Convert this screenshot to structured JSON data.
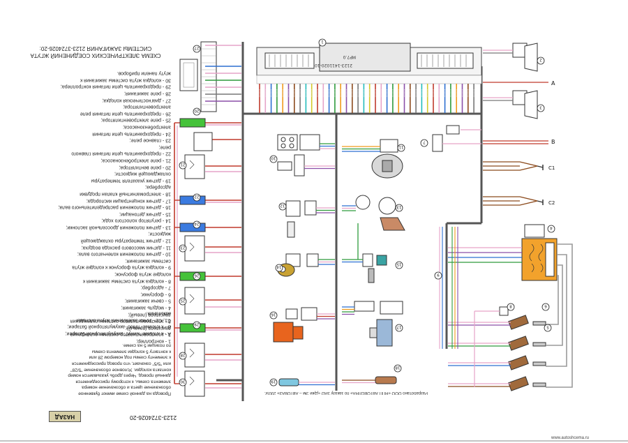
{
  "legend": {
    "title": [
      "СХЕМА ЭЛЕКТРИЧЕСКИХ СОЕДИНЕНИЙ ЖГУТА",
      "СИСТЕМЫ ЗАЖИГАНИЯ 2123-3724026-20:"
    ],
    "items": [
      "1 - контроллер;",
      "2 - электровентилятор системы охлаждения",
      "двигателя (правый);",
      "3 - электровентилятор системы охлаждения",
      "двигателя (левый);",
      "4 - модуль зажигания;",
      "5 - свечи зажигания;",
      "6 - форсунки;",
      "7 - адсорбер;",
      "8 - колодка жгута системы зажигания к",
      "колодке жгута форсунок;",
      "9 - колодка жгута форсунок к колодке жгута",
      "системы зажигания;",
      "10 - датчик положения коленчатого вала;",
      "11 - датчик массового расхода воздуха;",
      "12 - датчик температуры охлаждающей",
      "жидкости;",
      "13 - датчик положения дроссельной заслонки;",
      "14 - регулятор холостого хода;",
      "15 - датчик детонации;",
      "16 - датчик положения распределительного вала;",
      "17 - датчик концентрации кислорода;",
      "18 - электромагнитный клапан продувки",
      "адсорбера;",
      "19 - датчик указателя температуры",
      "охлаждающей жидкости;",
      "20 - реле вентилятора;",
      "21 - реле электробензонасоса;",
      "22 - предохранитель цепи питания главного",
      "реле;",
      "23 - главное реле;",
      "24 - предохранитель цепи питания",
      "электробензонасоса;",
      "25 - реле электровентилятора;",
      "26 - предохранитель цепи питания реле",
      "электровентилятора;",
      "27 - диагностическая колодка;",
      "28 - реле зажигания;",
      "29 - предохранитель цепи питания контроллера;",
      "30 - колодка жгута системы зажигания к",
      "жгуту панели приборов."
    ],
    "notes": [
      "А - к клемме \"минус\" аккумуляторной батареи;",
      "В - к клемме \"плюс\" аккумуляторной батареи;",
      "С1, С2 - точки заземления жгута системы",
      "зажигания."
    ],
    "remark": [
      "Провода на данной схеме имеют буквенное",
      "обозначение цвета и обозначение номера",
      "элемента схемы, к которому присоединяется",
      "данный провод. Через дробь указывается номер",
      "контакта колодки. Условное обозначение \"5/28\"",
      "или \"5/5\" означает, что провод присоединяется",
      "к элементу схемы под номером 28 или",
      "к контакту 5 колодки элемента схемы",
      "по позиции 5 на схеме."
    ]
  },
  "footer": {
    "credit": "Разработано ООО «НПП АВТОВОЛНА» по заказу ЗАО «Джи Эм – АВТОВАЗ» 2005г.",
    "code": "2123-3724026-20",
    "back_button": "НАЗАД",
    "site": "www.autoshcema.ru"
  },
  "ecu": {
    "number": "1",
    "label_top": "МР7.0",
    "label_bottom": "2123-1411020-10"
  },
  "ground_labels": {
    "a": "А",
    "b": "В",
    "c1": "С1",
    "c2": "С2"
  },
  "callouts": [
    "1",
    "2",
    "3",
    "4",
    "5",
    "6",
    "7",
    "8",
    "9",
    "10",
    "11",
    "12",
    "13",
    "14",
    "15",
    "16",
    "17",
    "18",
    "19",
    "20",
    "21",
    "22",
    "23",
    "24",
    "25",
    "26",
    "27",
    "28",
    "29",
    "30"
  ],
  "colors": {
    "harness": "#555555",
    "red": "#c0392b",
    "pink": "#e6a3c8",
    "blue": "#2c6fd1",
    "green": "#2e9a3c",
    "orange": "#f09a1c",
    "purple": "#8a4fa8",
    "brown": "#8b4a1c",
    "fuse_green": "#45c23a",
    "fuse_blue": "#3b7be0",
    "module_orange": "#f2a22c"
  }
}
